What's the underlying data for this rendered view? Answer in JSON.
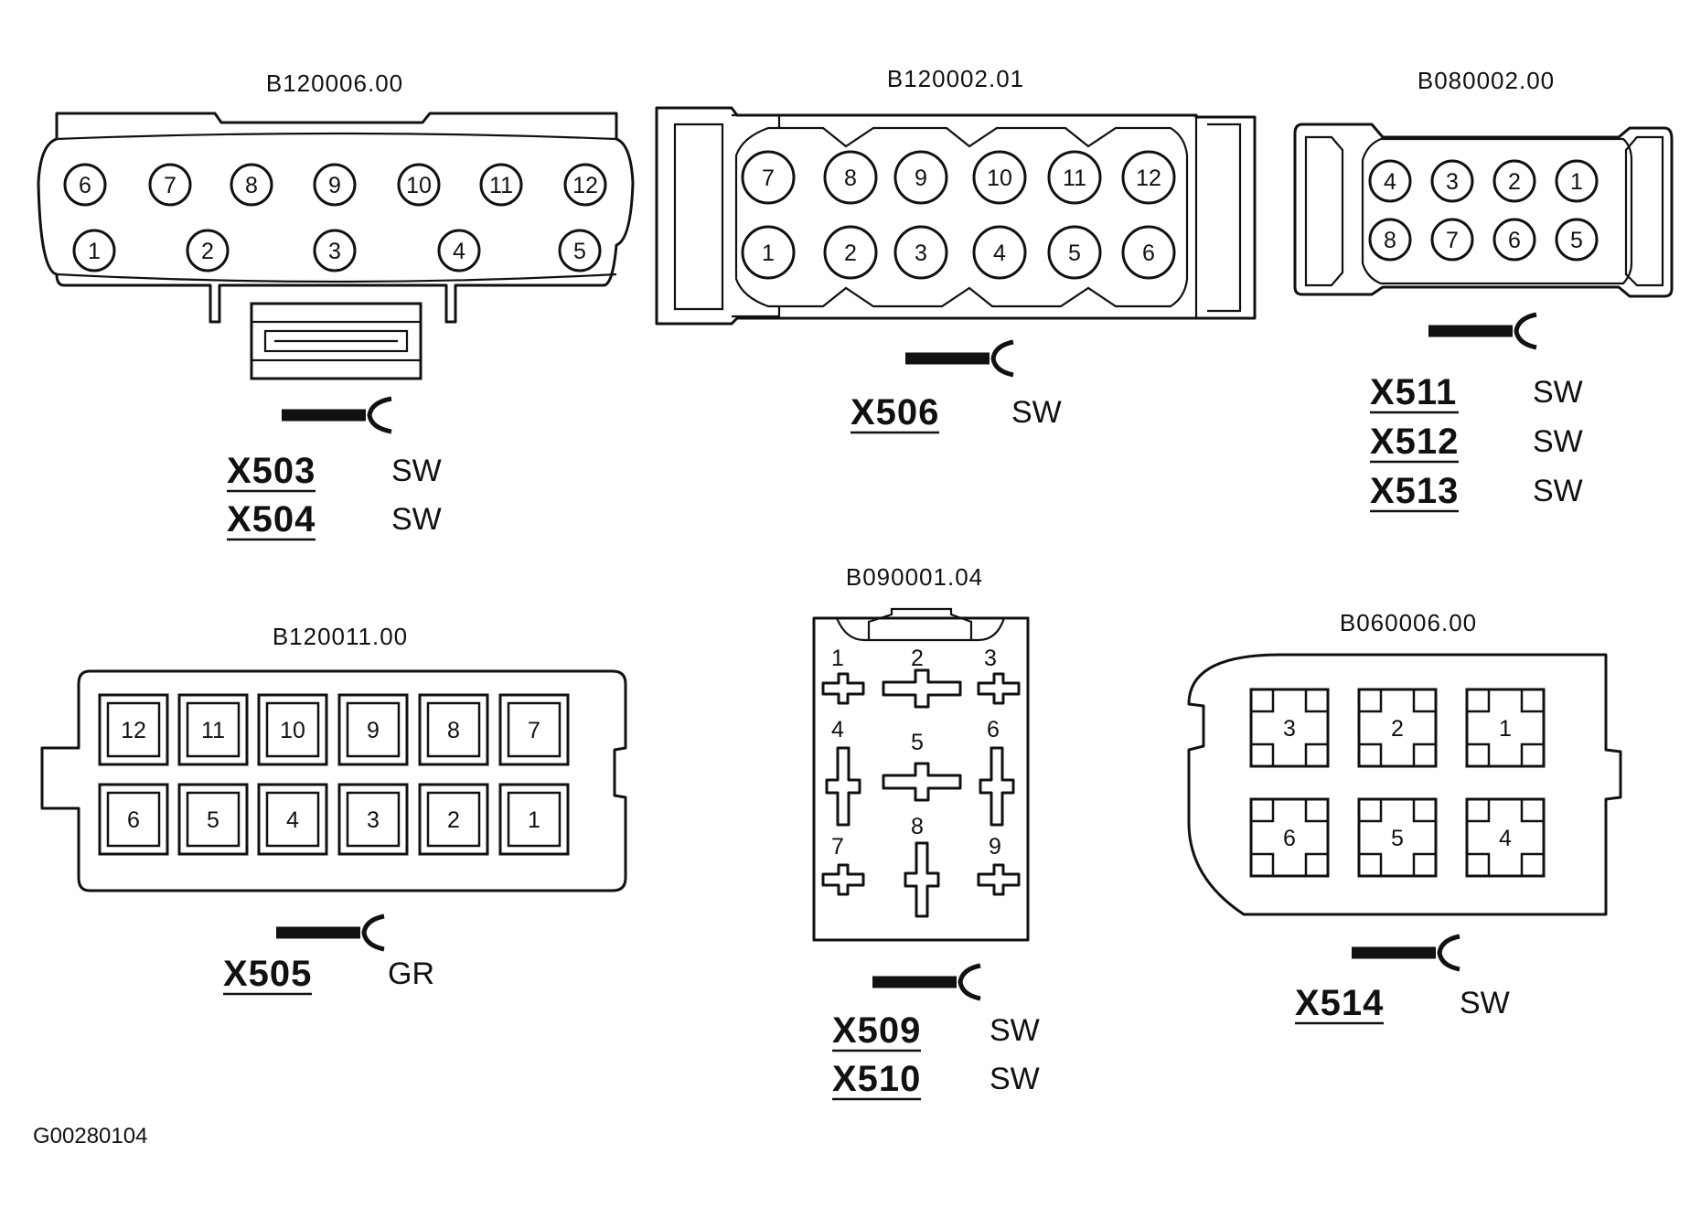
{
  "figure_id": "G00280104",
  "connectors": {
    "c1": {
      "code": "B120006.00",
      "pins_top": [
        "6",
        "7",
        "8",
        "9",
        "10",
        "11",
        "12"
      ],
      "pins_bottom": [
        "1",
        "2",
        "3",
        "4",
        "5"
      ],
      "labels": [
        {
          "id": "X503",
          "color": "SW"
        },
        {
          "id": "X504",
          "color": "SW"
        }
      ]
    },
    "c2": {
      "code": "B120002.01",
      "pins_top": [
        "7",
        "8",
        "9",
        "10",
        "11",
        "12"
      ],
      "pins_bottom": [
        "1",
        "2",
        "3",
        "4",
        "5",
        "6"
      ],
      "labels": [
        {
          "id": "X506",
          "color": "SW"
        }
      ]
    },
    "c3": {
      "code": "B080002.00",
      "pins_top": [
        "4",
        "3",
        "2",
        "1"
      ],
      "pins_bottom": [
        "8",
        "7",
        "6",
        "5"
      ],
      "labels": [
        {
          "id": "X511",
          "color": "SW"
        },
        {
          "id": "X512",
          "color": "SW"
        },
        {
          "id": "X513",
          "color": "SW"
        }
      ]
    },
    "c4": {
      "code": "B120011.00",
      "pins_top": [
        "12",
        "11",
        "10",
        "9",
        "8",
        "7"
      ],
      "pins_bottom": [
        "6",
        "5",
        "4",
        "3",
        "2",
        "1"
      ],
      "labels": [
        {
          "id": "X505",
          "color": "GR"
        }
      ]
    },
    "c5": {
      "code": "B090001.04",
      "pins": [
        "1",
        "2",
        "3",
        "4",
        "5",
        "6",
        "7",
        "8",
        "9"
      ],
      "labels": [
        {
          "id": "X509",
          "color": "SW"
        },
        {
          "id": "X510",
          "color": "SW"
        }
      ]
    },
    "c6": {
      "code": "B060006.00",
      "pins_top": [
        "3",
        "2",
        "1"
      ],
      "pins_bottom": [
        "6",
        "5",
        "4"
      ],
      "labels": [
        {
          "id": "X514",
          "color": "SW"
        }
      ]
    }
  }
}
